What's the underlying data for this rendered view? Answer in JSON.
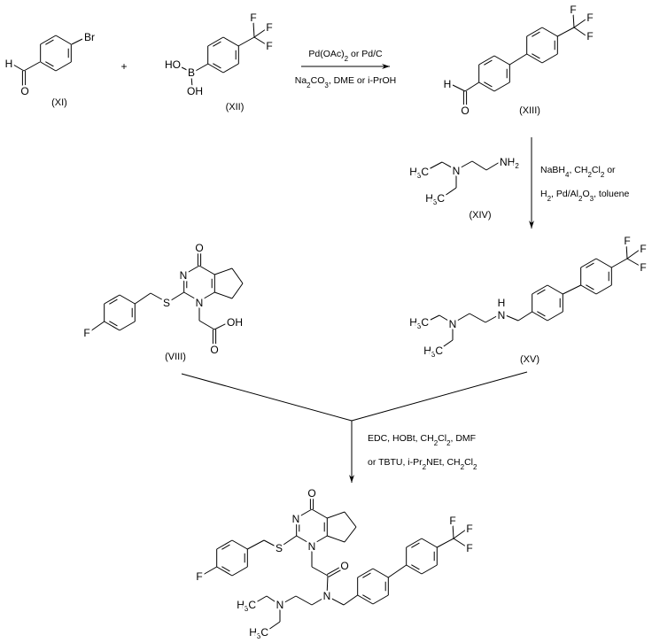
{
  "compounds": {
    "XI": "(XI)",
    "XII": "(XII)",
    "XIII": "(XIII)",
    "XIV": "(XIV)",
    "VIII": "(VIII)",
    "XV": "(XV)"
  },
  "atoms": {
    "Br": "Br",
    "H": "H",
    "O": "O",
    "F": "F",
    "B": "B",
    "HO": "HO",
    "OH": "OH",
    "N": "N",
    "S": "S",
    "NH2": "NH2",
    "H3C": "H3C",
    "plus": "+"
  },
  "reagents": {
    "step1_top": "Pd(OAc)2 or Pd/C",
    "step1_bottom": "Na2CO3, DME or i-PrOH",
    "step2_top": "NaBH4, CH2Cl2  or",
    "step2_bottom": "H2, Pd/Al2O3, toluene",
    "step3_top": "EDC, HOBt, CH2Cl2, DMF",
    "step3_bottom": "or TBTU, i-Pr2NEt, CH2Cl2"
  }
}
